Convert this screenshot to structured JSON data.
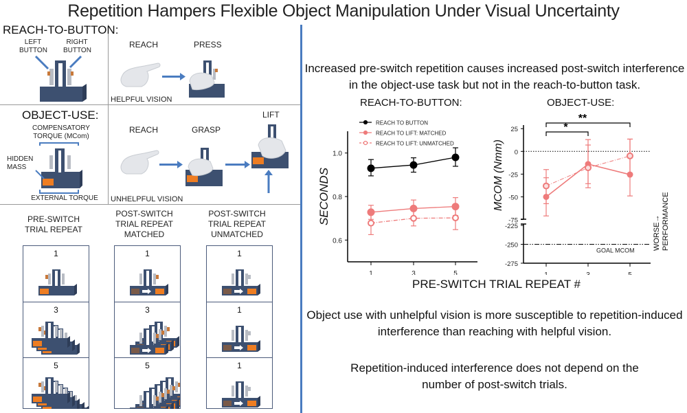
{
  "title": "Repetition Hampers Flexible Object Manipulation Under Visual Uncertainty",
  "left_panel": {
    "reach_to_button": {
      "heading": "REACH-TO-BUTTON:",
      "left_button": "LEFT\nBUTTON",
      "right_button": "RIGHT\nBUTTON",
      "steps": [
        "REACH",
        "PRESS"
      ],
      "vision": "HELPFUL VISION"
    },
    "object_use": {
      "heading": "OBJECT-USE:",
      "compensatory": "COMPENSATORY\nTORQUE (MCom)",
      "hidden_mass": "HIDDEN\nMASS",
      "external": "EXTERNAL TORQUE",
      "steps": [
        "REACH",
        "GRASP",
        "LIFT"
      ],
      "vision": "UNHELPFUL VISION"
    },
    "columns": [
      {
        "heading": "PRE-SWITCH\nTRIAL REPEAT",
        "cells": [
          "1",
          "3",
          "5"
        ]
      },
      {
        "heading": "POST-SWITCH\nTRIAL REPEAT\nMATCHED",
        "cells": [
          "1",
          "3",
          "5"
        ]
      },
      {
        "heading": "POST-SWITCH\nTRIAL REPEAT\nUNMATCHED",
        "cells": [
          "1",
          "1",
          "1"
        ]
      }
    ],
    "colors": {
      "device": "#3d5070",
      "mass": "#ee7d22",
      "mass_old": "#7a5a48",
      "button": "#c8793a",
      "arrow": "#4a7cc0"
    }
  },
  "right_panel": {
    "finding_1": "Increased pre-switch repetition causes increased post-switch interference in the object-use task but not in the reach-to-button task.",
    "finding_2": "Object use with unhelpful vision is more susceptible to repetition-induced interference than reaching with helpful vision.",
    "finding_3": "Repetition-induced interference does not depend on the number of post-switch trials.",
    "shared_xlabel": "PRE-SWITCH TRIAL REPEAT #",
    "worse_label": "WORSE→\nPERFORMANCE"
  },
  "chart_data": [
    {
      "type": "line",
      "title": "REACH-TO-BUTTON:",
      "xlabel": "",
      "ylabel": "SECONDS",
      "x": [
        1,
        3,
        5
      ],
      "xticks": [
        "1",
        "3",
        "5"
      ],
      "ylim": [
        0.5,
        1.1
      ],
      "yticks": [
        0.6,
        0.8,
        1.0
      ],
      "ytick_labels": [
        "0.6",
        "0.8",
        "1.0"
      ],
      "legend_position": "top-left",
      "series": [
        {
          "name": "REACH TO BUTTON",
          "values": [
            0.93,
            0.945,
            0.98
          ],
          "err_low": [
            0.895,
            0.912,
            0.939
          ],
          "err_high": [
            0.97,
            0.978,
            1.024
          ],
          "color": "#000000",
          "marker": "filled",
          "dash": "solid"
        },
        {
          "name": "REACH TO LIFT: MATCHED",
          "values": [
            0.728,
            0.745,
            0.754
          ],
          "err_low": [
            0.695,
            0.705,
            0.713
          ],
          "err_high": [
            0.76,
            0.784,
            0.795
          ],
          "color": "#ee7b7b",
          "marker": "filled",
          "dash": "solid"
        },
        {
          "name": "REACH TO LIFT: UNMATCHED",
          "values": [
            0.678,
            0.7,
            0.702
          ],
          "err_low": [
            0.625,
            0.665,
            0.648
          ],
          "err_high": [
            0.73,
            0.735,
            0.755
          ],
          "color": "#ee7b7b",
          "marker": "open",
          "dash": "dashdot"
        }
      ]
    },
    {
      "type": "line",
      "title": "OBJECT-USE:",
      "xlabel": "",
      "ylabel": "MCOM (Nmm)",
      "x": [
        1,
        3,
        5
      ],
      "xticks": [
        "1",
        "3",
        "5"
      ],
      "ylim": [
        -275,
        25
      ],
      "axis_break": [
        -75,
        -225
      ],
      "yticks": [
        25,
        0,
        -25,
        -50,
        -75,
        -225,
        -250,
        -275
      ],
      "ytick_labels": [
        "25",
        "0",
        "-25",
        "-50",
        "-75",
        "-225",
        "-250",
        "-275"
      ],
      "reference_lines": [
        {
          "y": 0,
          "style": "dotted",
          "label": ""
        },
        {
          "y": -250,
          "style": "dashdot",
          "label": "GOAL MCOM"
        }
      ],
      "significance": [
        {
          "from": 1,
          "to": 3,
          "label": "*"
        },
        {
          "from": 1,
          "to": 5,
          "label": "**"
        }
      ],
      "series": [
        {
          "name": "REACH TO LIFT: MATCHED",
          "values": [
            -50,
            -14,
            -25.5
          ],
          "err_low": [
            -57.5,
            -35.5,
            -49
          ],
          "err_high": [
            -29,
            7,
            13.5
          ],
          "color": "#ee7b7b",
          "marker": "filled",
          "dash": "solid"
        },
        {
          "name": "REACH TO LIFT: UNMATCHED",
          "values": [
            -38,
            -18,
            -5
          ],
          "err_low": [
            -71,
            -40,
            -24
          ],
          "err_high": [
            -20,
            13,
            13.5
          ],
          "color": "#ee7b7b",
          "marker": "open",
          "dash": "dashdot"
        }
      ]
    }
  ]
}
